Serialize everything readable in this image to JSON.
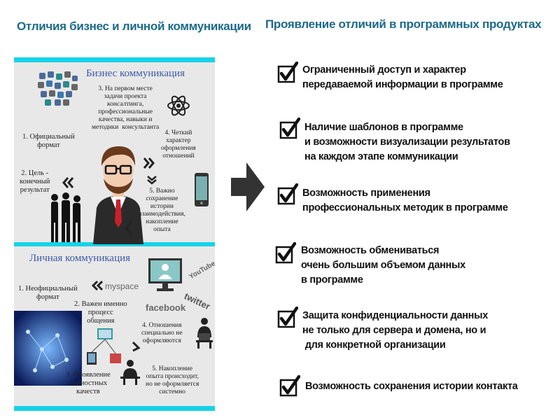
{
  "left_heading": "Отличия бизнес и личной коммуникации",
  "right_heading": "Проявление отличий в программных продуктах",
  "infographic": {
    "business_title": "Бизнес коммуникация",
    "business_points": {
      "p1": "1. Официальный\nформат",
      "p2": "2. Цель -\nконечный\nрезультат",
      "p3": "3. На первом месте\nзадачи проекта\nконсалтинга,\nпрофессиональные\nкачества, навыки и\nметодики  консультанта",
      "p4": "4. Четкий\nхарактер\nоформления\nотношений",
      "p5": "5. Важно\nсохранение\nистории\nвзаимодействия,\nнакопление\nопыта"
    },
    "personal_title": "Личная коммуникация",
    "personal_points": {
      "p1": "1. Неофициальный\nформат",
      "p2": "2. Важен именно\nпроцесс\nобщения",
      "p3": "3. Проявление\nличностных\nкачеств",
      "p4": "4. Отношения\nспециально не\nоформляются",
      "p5": "5. Накопление\nопыта происходит,\nно не оформляется\nсистемно"
    },
    "logos": {
      "myspace": "myspace",
      "facebook": "facebook",
      "twitter": "twitter",
      "youtube": "YouTube"
    }
  },
  "items": [
    {
      "text": "Ограниченный доступ и характер\nпередаваемой информации в программе"
    },
    {
      "text": "Наличие шаблонов в программе\nи возможности визуализации результатов\nна каждом этапе коммуникации"
    },
    {
      "text": "Возможность применения\nпрофессиональных методик в программе"
    },
    {
      "text": "Возможность обмениваться\nочень большим объемом данных\nв программе"
    },
    {
      "text": "Защита конфиденциальности данных\nне только для сервера и домена, но и\n для конкретной организации"
    },
    {
      "text": "Возможность сохранения истории контакта"
    }
  ],
  "colors": {
    "heading": "#1b6a8a",
    "cyan": "#16d3e8",
    "arrow": "#333333",
    "panel_title": "#3a5aa8"
  }
}
